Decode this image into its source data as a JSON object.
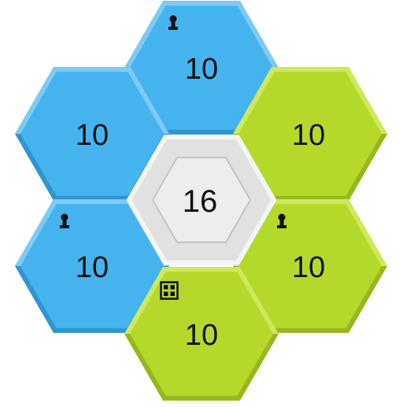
{
  "colors": {
    "blue": "#45b3ee",
    "blue_dark": "#2f95d1",
    "blue_light": "#7dcbf5",
    "green": "#b5d92a",
    "green_dark": "#96b81e",
    "green_light": "#cfe85c",
    "center_outer": "#e1e1e1",
    "center_inner": "#ededed",
    "center_border": "#c4c4c4",
    "text": "#111111"
  },
  "board": {
    "center": {
      "value": "16"
    },
    "tiles": [
      {
        "id": "top",
        "value": "10",
        "color": "blue",
        "icon": "pawn-icon"
      },
      {
        "id": "upper-left",
        "value": "10",
        "color": "blue",
        "icon": ""
      },
      {
        "id": "upper-right",
        "value": "10",
        "color": "green",
        "icon": ""
      },
      {
        "id": "lower-left",
        "value": "10",
        "color": "blue",
        "icon": "pawn-icon"
      },
      {
        "id": "lower-right",
        "value": "10",
        "color": "green",
        "icon": "pawn-icon"
      },
      {
        "id": "bottom",
        "value": "10",
        "color": "green",
        "icon": "grid-icon"
      }
    ]
  }
}
